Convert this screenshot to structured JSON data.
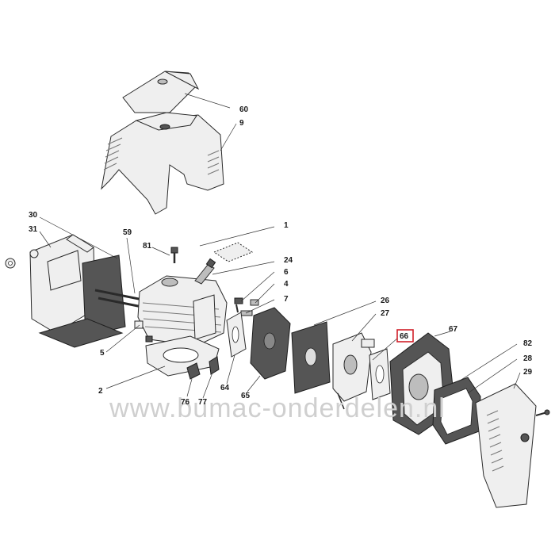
{
  "watermark": "www.bumac-onderdelen.nl",
  "highlight_color": "#d0202a",
  "callouts": [
    {
      "id": "c60",
      "text": "60"
    },
    {
      "id": "c9",
      "text": "9"
    },
    {
      "id": "c30",
      "text": "30"
    },
    {
      "id": "c31",
      "text": "31"
    },
    {
      "id": "c59",
      "text": "59"
    },
    {
      "id": "c81",
      "text": "81"
    },
    {
      "id": "c1",
      "text": "1"
    },
    {
      "id": "c24",
      "text": "24"
    },
    {
      "id": "c6",
      "text": "6"
    },
    {
      "id": "c4",
      "text": "4"
    },
    {
      "id": "c7",
      "text": "7"
    },
    {
      "id": "c5",
      "text": "5"
    },
    {
      "id": "c26",
      "text": "26"
    },
    {
      "id": "c27",
      "text": "27"
    },
    {
      "id": "c66",
      "text": "66"
    },
    {
      "id": "c67",
      "text": "67"
    },
    {
      "id": "c82",
      "text": "82"
    },
    {
      "id": "c28",
      "text": "28"
    },
    {
      "id": "c29",
      "text": "29"
    },
    {
      "id": "c2",
      "text": "2"
    },
    {
      "id": "c76",
      "text": "76"
    },
    {
      "id": "c77",
      "text": "77"
    },
    {
      "id": "c64",
      "text": "64"
    },
    {
      "id": "c65",
      "text": "65"
    }
  ]
}
